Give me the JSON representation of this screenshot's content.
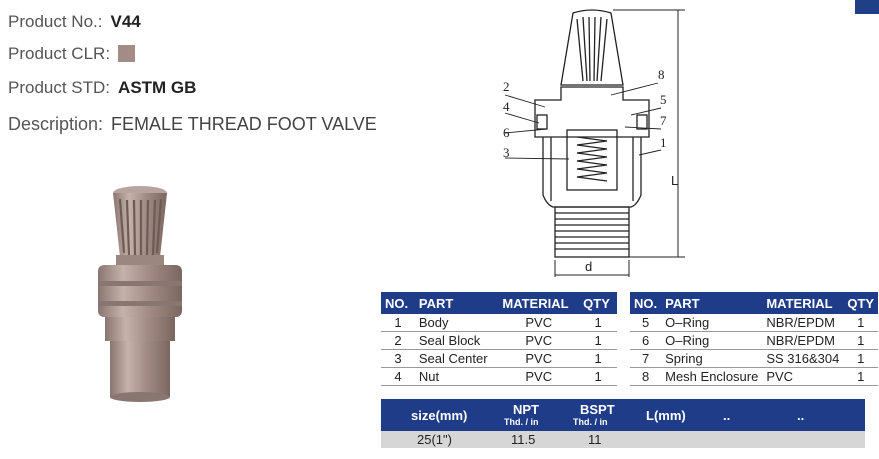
{
  "spec": {
    "product_no_label": "Product No.:",
    "product_no": "V44",
    "product_clr_label": "Product CLR:",
    "product_clr_color": "#a48c86",
    "product_std_label": "Product STD:",
    "product_std": "ASTM  GB",
    "description_label": "Description:",
    "description": "FEMALE THREAD FOOT VALVE"
  },
  "drawing": {
    "callouts": [
      "1",
      "2",
      "3",
      "4",
      "5",
      "6",
      "7",
      "8"
    ],
    "dim_d": "d",
    "dim_L": "L"
  },
  "parts_left": {
    "headers": [
      "NO.",
      "PART",
      "MATERIAL",
      "QTY"
    ],
    "rows": [
      [
        "1",
        "Body",
        "PVC",
        "1"
      ],
      [
        "2",
        "Seal Block",
        "PVC",
        "1"
      ],
      [
        "3",
        "Seal Center",
        "PVC",
        "1"
      ],
      [
        "4",
        "Nut",
        "PVC",
        "1"
      ]
    ]
  },
  "parts_right": {
    "headers": [
      "NO.",
      "PART",
      "MATERIAL",
      "QTY"
    ],
    "rows": [
      [
        "5",
        "O–Ring",
        "NBR/EPDM",
        "1"
      ],
      [
        "6",
        "O–Ring",
        "NBR/EPDM",
        "1"
      ],
      [
        "7",
        "Spring",
        "SS 316&304",
        "1"
      ],
      [
        "8",
        "Mesh Enclosure",
        "PVC",
        "1"
      ]
    ]
  },
  "size_table": {
    "h_size": "size(mm)",
    "h_npt": "NPT",
    "h_npt_sub": "Thd. / in",
    "h_bspt": "BSPT",
    "h_bspt_sub": "Thd. / in",
    "h_l": "L(mm)",
    "h_dots1": "..",
    "h_dots2": "..",
    "row": {
      "size": "25(1\")",
      "npt": "11.5",
      "bspt": "11"
    }
  },
  "colors": {
    "header_blue": "#1f3c88",
    "product_color": "#a48c86"
  }
}
